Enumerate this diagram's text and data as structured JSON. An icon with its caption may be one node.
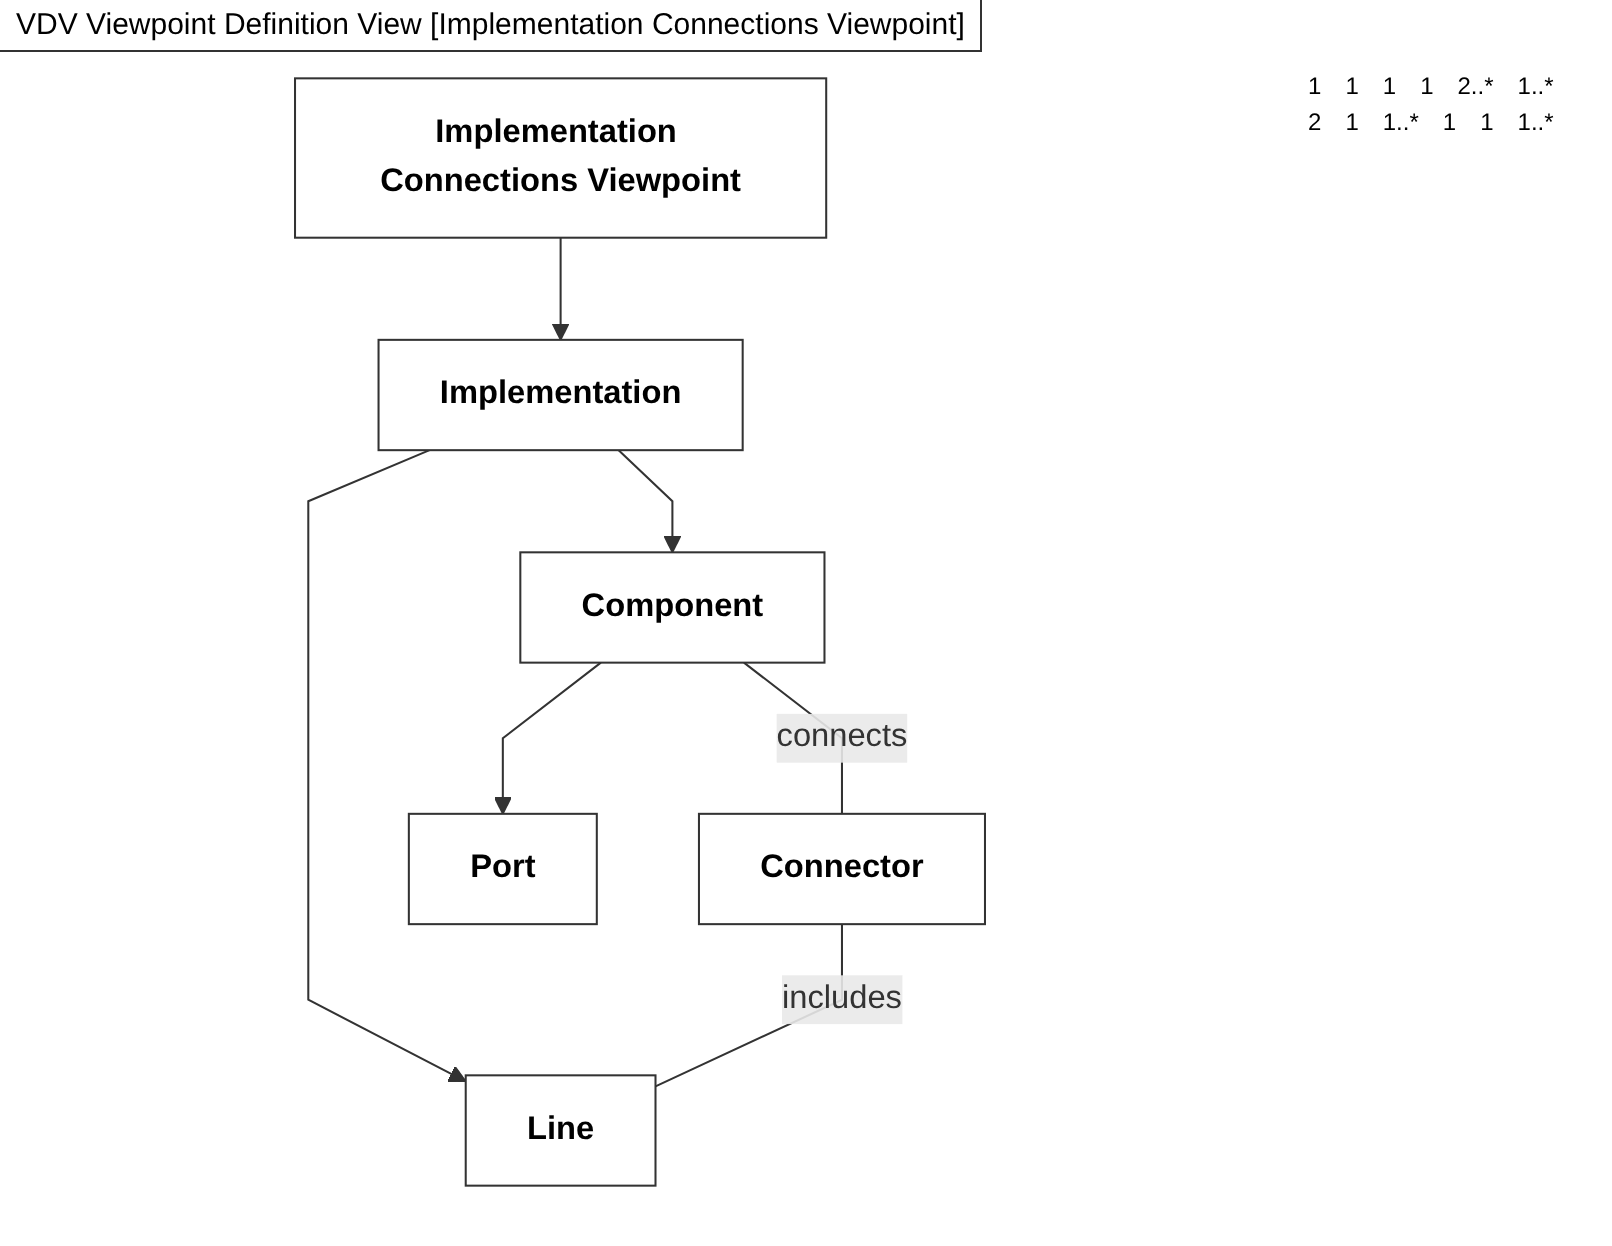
{
  "diagram": {
    "title": "VDV Viewpoint Definition View [Implementation Connections Viewpoint]",
    "nodes": [
      {
        "text": [
          "Implementation Connections Viewpoint"
        ]
      },
      {
        "text": [
          "Implementation"
        ]
      },
      {
        "text": [
          "Component"
        ]
      },
      {
        "text": [
          "Connector"
        ]
      },
      {
        "text": [
          "Line"
        ]
      },
      {
        "text": [
          "Port"
        ]
      }
    ],
    "edges": [
      {
        "from": 0,
        "to": 1,
        "arrow": "to"
      },
      {
        "from": 1,
        "to": 2,
        "arrow": "to"
      },
      {
        "from": 1,
        "to": 4,
        "arrow": "to"
      },
      {
        "from": 2,
        "to": 3,
        "arrow": "none",
        "label": "connects"
      },
      {
        "from": 3,
        "to": 4,
        "arrow": "none",
        "label": "includes"
      },
      {
        "from": 2,
        "to": 5,
        "arrow": "to"
      }
    ],
    "labels": [
      "1",
      "1",
      "1",
      "1",
      "2..*",
      "1..*",
      "2",
      "1",
      "1..*",
      "1",
      "1",
      "1..*"
    ]
  }
}
